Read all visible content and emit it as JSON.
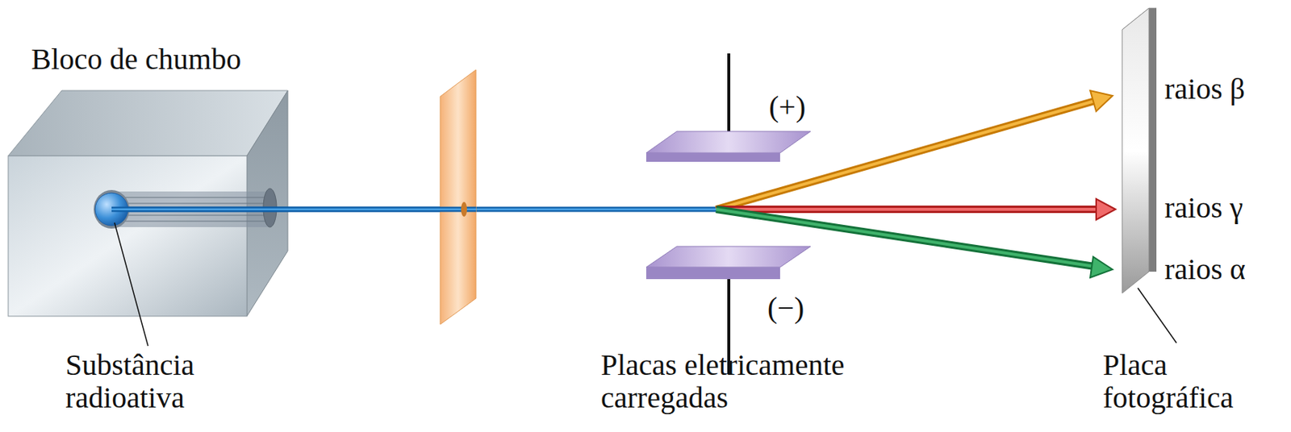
{
  "diagram": {
    "labels": [
      "Bloco de chumbo",
      "(+)",
      "raios β",
      "raios γ",
      "raios α",
      "(−)",
      "Substância radioativa",
      "Placas eletricamente carregadas",
      "Placa fotográfica"
    ]
  }
}
